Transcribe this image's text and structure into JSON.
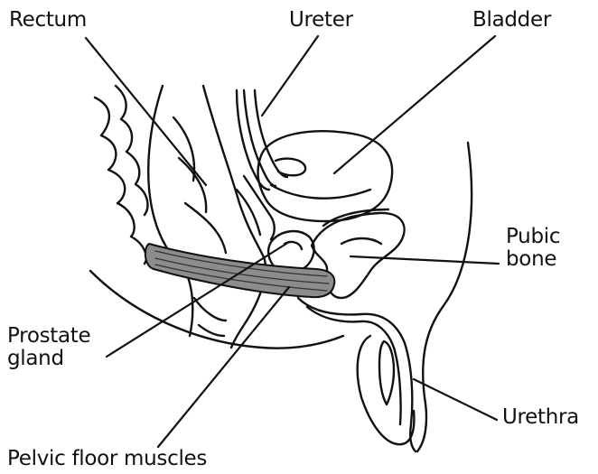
{
  "labels": {
    "rectum": "Rectum",
    "ureter": "Ureter",
    "bladder": "Bladder",
    "pubic_bone": [
      "Pubic",
      "bone"
    ],
    "prostate_gland": [
      "Prostate",
      "gland"
    ],
    "urethra": "Urethra",
    "pelvic_floor_muscles": "Pelvic floor muscles"
  },
  "colors": {
    "line": "#111111",
    "muscle_fill": "#8c8c8c",
    "background": "#ffffff"
  }
}
